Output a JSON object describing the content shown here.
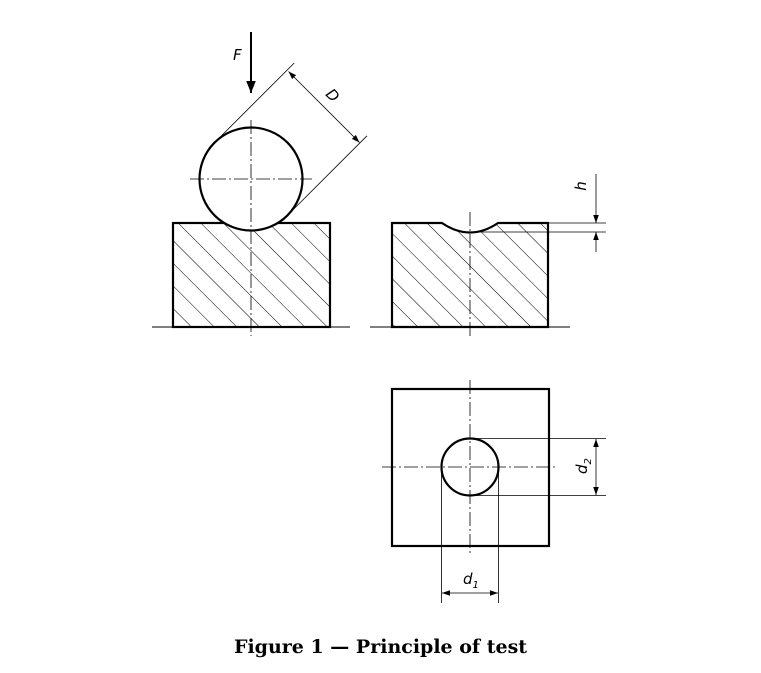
{
  "labels": {
    "force": "F",
    "diameter": "D",
    "depth": "h",
    "d1_main": "d",
    "d1_sub": "1",
    "d2_main": "d",
    "d2_sub": "2"
  },
  "caption": "Figure 1 — Principle of test"
}
